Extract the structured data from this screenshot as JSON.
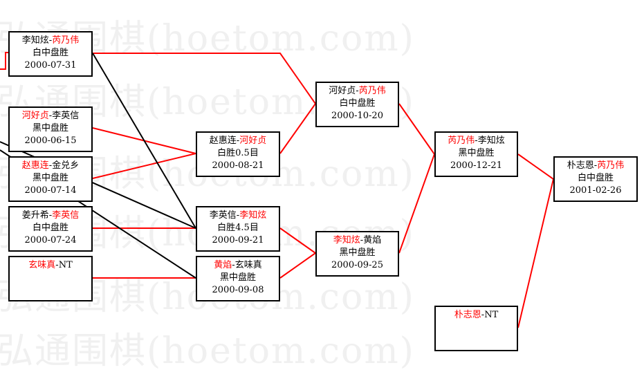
{
  "watermark": {
    "text": "弘通围棋(hoetom.com)",
    "color": "#f0f0f0"
  },
  "colors": {
    "line_red": "#ff0000",
    "line_black": "#000000",
    "highlight": "#ff0000"
  },
  "matches": {
    "m1": {
      "p1": "李知炫",
      "p2": "芮乃伟",
      "winner": 2,
      "result": "白中盘胜",
      "date": "2000-07-31"
    },
    "m2": {
      "p1": "河好贞",
      "p2": "李英信",
      "winner": 1,
      "result": "黑中盘胜",
      "date": "2000-06-15"
    },
    "m3": {
      "p1": "赵惠连",
      "p2": "金兑乡",
      "winner": 1,
      "result": "黑中盘胜",
      "date": "2000-07-14"
    },
    "m4": {
      "p1": "姜升希",
      "p2": "李英信",
      "winner": 2,
      "result": "白中盘胜",
      "date": "2000-07-24"
    },
    "m5": {
      "p1": "玄味真",
      "p2": "NT",
      "winner": 1,
      "result": "",
      "date": ""
    },
    "m6": {
      "p1": "赵惠连",
      "p2": "河好贞",
      "winner": 2,
      "result": "白胜0.5目",
      "date": "2000-08-21"
    },
    "m7": {
      "p1": "李英信",
      "p2": "李知炫",
      "winner": 2,
      "result": "白胜4.5目",
      "date": "2000-09-21"
    },
    "m8": {
      "p1": "黄焰",
      "p2": "玄味真",
      "winner": 1,
      "result": "黑中盘胜",
      "date": "2000-09-08"
    },
    "m9": {
      "p1": "河好贞",
      "p2": "芮乃伟",
      "winner": 2,
      "result": "白中盘胜",
      "date": "2000-10-20"
    },
    "m10": {
      "p1": "李知炫",
      "p2": "黄焰",
      "winner": 1,
      "result": "黑中盘胜",
      "date": "2000-09-25"
    },
    "m11": {
      "p1": "芮乃伟",
      "p2": "李知炫",
      "winner": 1,
      "result": "黑中盘胜",
      "date": "2000-12-21"
    },
    "m12": {
      "p1": "朴志恩",
      "p2": "NT",
      "winner": 1,
      "result": "",
      "date": ""
    },
    "m13": {
      "p1": "朴志恩",
      "p2": "芮乃伟",
      "winner": 2,
      "result": "白中盘胜",
      "date": "2001-02-26"
    }
  }
}
